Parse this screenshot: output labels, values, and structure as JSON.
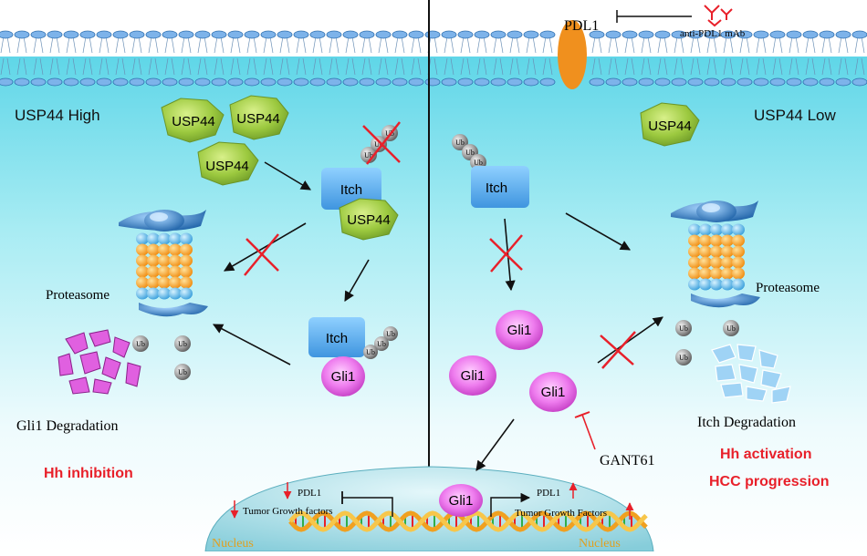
{
  "left_panel": {
    "title": "USP44 High",
    "usp44": "USP44",
    "itch": "Itch",
    "gli1": "Gli1",
    "ub": "Ub",
    "proteasome": "Proteasome",
    "degradation": "Gli1 Degradation",
    "outcome": "Hh inhibition"
  },
  "right_panel": {
    "title": "USP44 Low",
    "usp44": "USP44",
    "itch": "Itch",
    "gli1": "Gli1",
    "ub": "Ub",
    "proteasome": "Proteasome",
    "degradation": "Itch Degradation",
    "inhibitor": "GANT61",
    "outcome_1": "Hh activation",
    "outcome_2": "HCC progression"
  },
  "membrane": {
    "pdl1": "PDL1",
    "antibody": "anti-PDL1 mAb"
  },
  "nucleus": {
    "label": "Nucleus",
    "left_pdl1": "PDL1",
    "left_factors": "Tumor Growth factors",
    "right_pdl1": "PDL1",
    "right_factors": "Tumor Growth Factors",
    "gli1": "Gli1"
  },
  "colors": {
    "cytoplasm_top": "#5fd6e8",
    "cytoplasm_bottom": "#ffffff",
    "usp44": "#8fbf3a",
    "itch": "#5aa7e6",
    "gli1": "#e060e0",
    "ub": "#8a8a8a",
    "pdl1_receptor": "#f0901e",
    "proteasome_core": "#f5a623",
    "proteasome_cap": "#3a7fc4",
    "red_accent": "#e8202a",
    "nucleus": "#b9e6ef"
  }
}
